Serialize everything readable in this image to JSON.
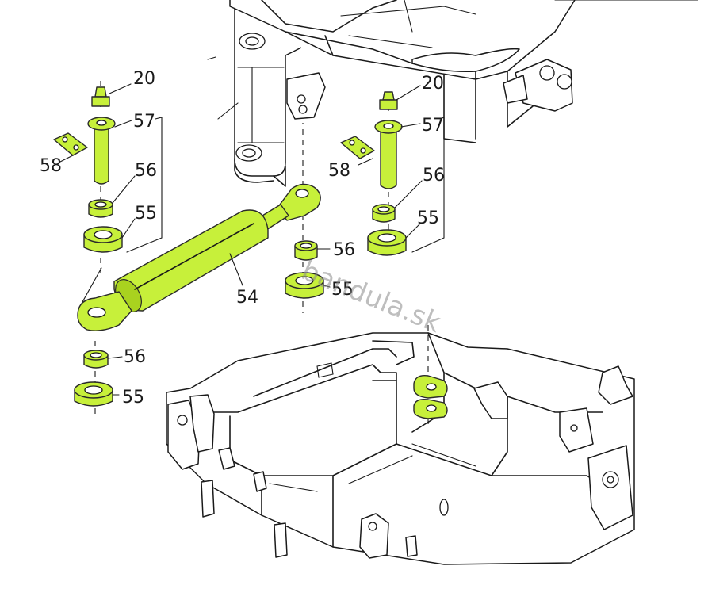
{
  "diagram": {
    "watermark": "bandula.sk",
    "parts": [
      {
        "number": "20"
      },
      {
        "number": "20"
      },
      {
        "number": "57"
      },
      {
        "number": "57"
      },
      {
        "number": "58"
      },
      {
        "number": "58"
      },
      {
        "number": "56"
      },
      {
        "number": "56"
      },
      {
        "number": "56"
      },
      {
        "number": "56"
      },
      {
        "number": "55"
      },
      {
        "number": "55"
      },
      {
        "number": "55"
      },
      {
        "number": "55"
      },
      {
        "number": "54"
      }
    ]
  },
  "colors": {
    "highlight": "#c7f03a",
    "line": "#1a1a1a",
    "background": "#ffffff"
  }
}
